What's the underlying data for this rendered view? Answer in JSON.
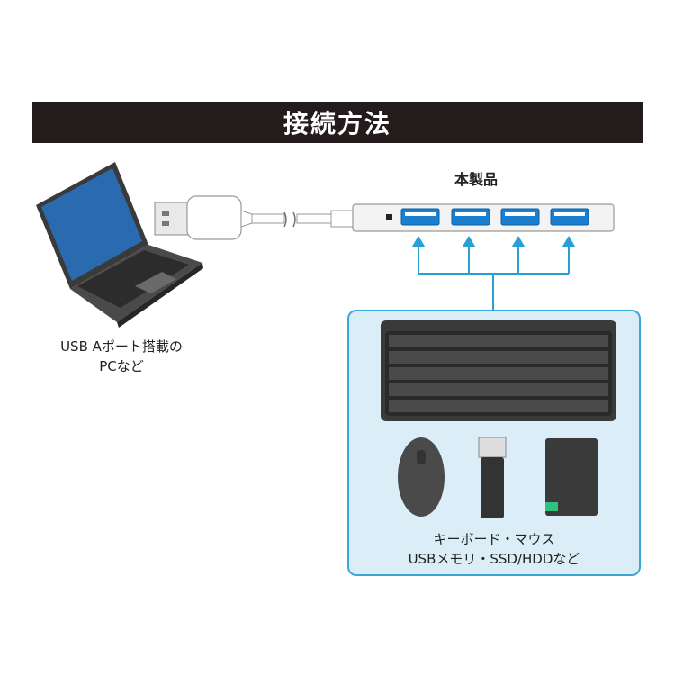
{
  "header": {
    "title": "接続方法"
  },
  "product": {
    "label": "本製品",
    "port_count": 4,
    "port_color": "#1a7fd1"
  },
  "pc": {
    "label_line1": "USB Aポート搭載の",
    "label_line2": "PCなど"
  },
  "devices_panel": {
    "caption_line1": "キーボード・マウス",
    "caption_line2": "USBメモリ・SSD/HDDなど",
    "items": [
      "keyboard",
      "mouse",
      "usb-memory",
      "ssd-hdd"
    ]
  },
  "colors": {
    "title_bg": "#241c1c",
    "accent": "#3aa7dc",
    "panel_bg": "#dbeef8",
    "arrow": "#2a9fd6"
  }
}
